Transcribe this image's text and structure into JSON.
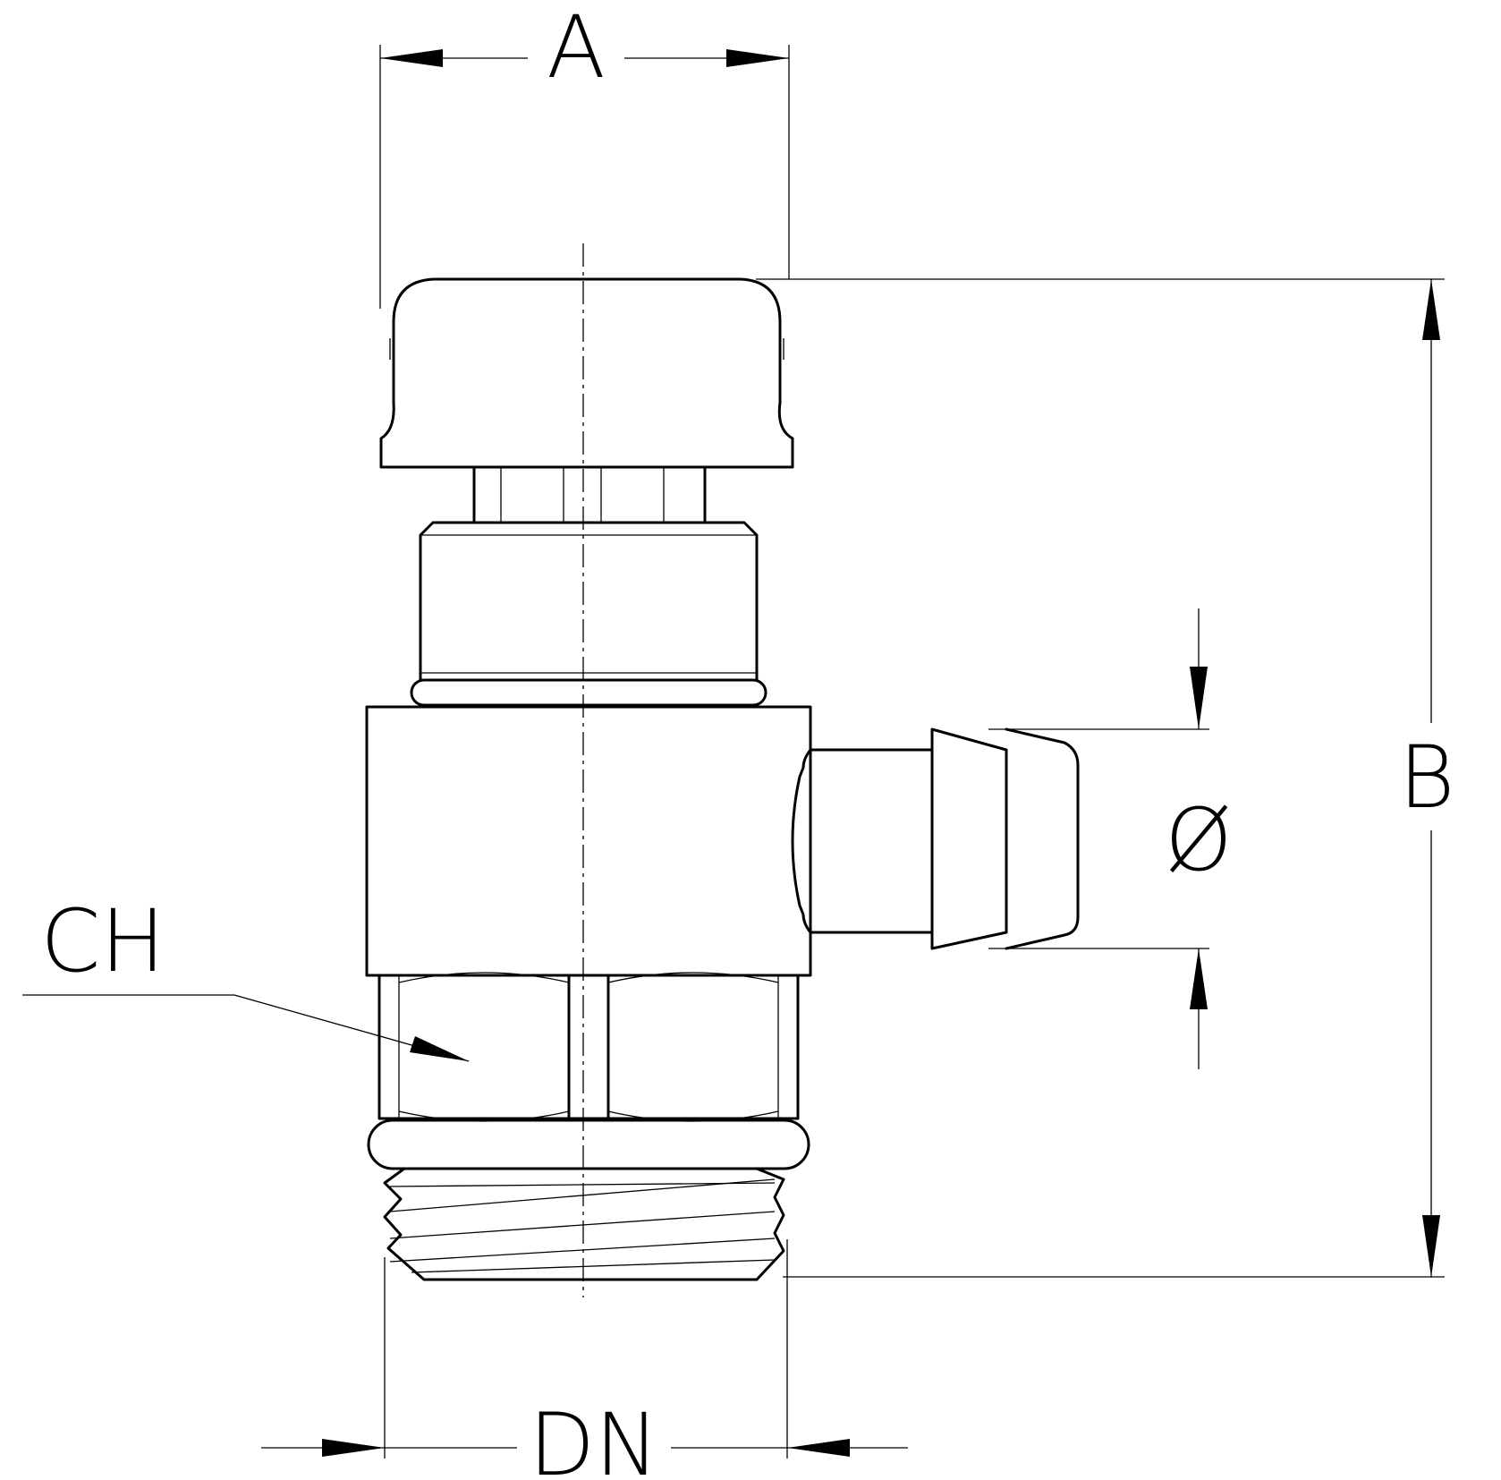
{
  "labels": {
    "width": "A",
    "height": "B",
    "hose_diameter": "Ø",
    "hex": "CH",
    "thread": "DN"
  }
}
